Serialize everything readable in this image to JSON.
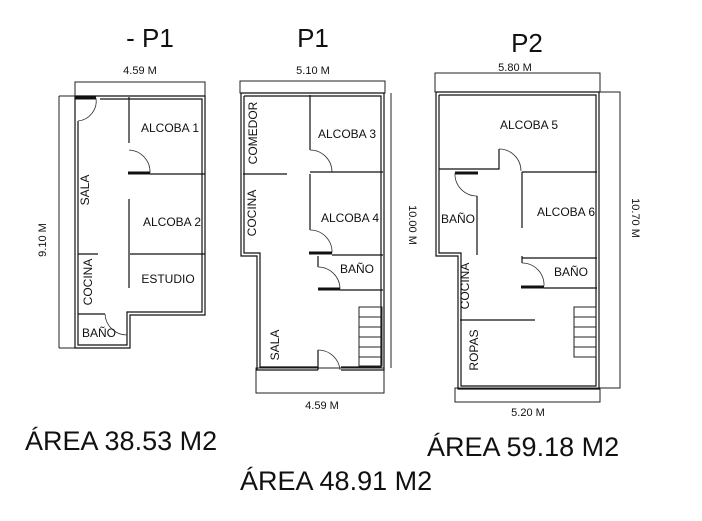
{
  "plans": [
    {
      "title": "- P1",
      "top_dimension": "4.59 M",
      "side_dimension": "9.10 M",
      "rooms": [
        "ALCOBA 1",
        "ALCOBA 2",
        "ESTUDIO",
        "SALA",
        "COCINA",
        "BAÑO"
      ],
      "area": "ÁREA 38.53 M2"
    },
    {
      "title": "P1",
      "top_dimension": "5.10 M",
      "bottom_dimension": "4.59 M",
      "side_dimension": "10.00 M",
      "rooms": [
        "COMEDOR",
        "ALCOBA 3",
        "COCINA",
        "ALCOBA 4",
        "BAÑO",
        "SALA"
      ],
      "area": "ÁREA 48.91 M2"
    },
    {
      "title": "P2",
      "top_dimension": "5.80 M",
      "bottom_dimension": "5.20 M",
      "side_dimension": "10.70 M",
      "rooms": [
        "ALCOBA 5",
        "BAÑO",
        "ALCOBA 6",
        "BAÑO",
        "COCINA",
        "ROPAS"
      ],
      "area": "ÁREA 59.18 M2"
    }
  ]
}
